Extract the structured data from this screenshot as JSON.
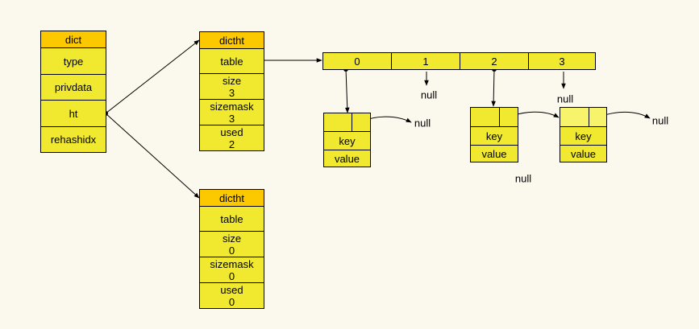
{
  "dict": {
    "title": "dict",
    "fields": [
      "type",
      "privdata",
      "ht",
      "rehashidx"
    ]
  },
  "dictht0": {
    "title": "dictht",
    "table": "table",
    "size_label": "size",
    "size_value": "3",
    "sizemask_label": "sizemask",
    "sizemask_value": "3",
    "used_label": "used",
    "used_value": "2"
  },
  "dictht1": {
    "title": "dictht",
    "table": "table",
    "size_label": "size",
    "size_value": "0",
    "sizemask_label": "sizemask",
    "sizemask_value": "0",
    "used_label": "used",
    "used_value": "0"
  },
  "buckets": [
    "0",
    "1",
    "2",
    "3"
  ],
  "entries": {
    "key_label": "key",
    "value_label": "value",
    "null_label": "null"
  }
}
